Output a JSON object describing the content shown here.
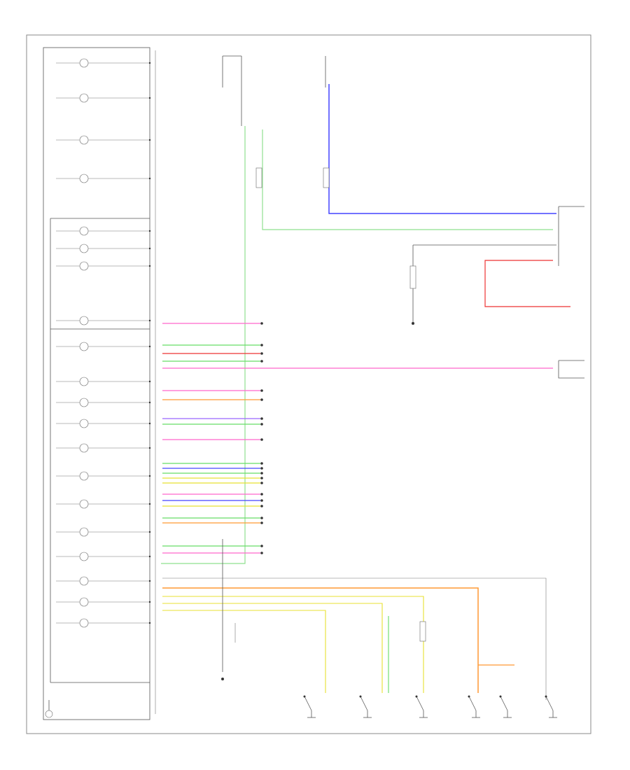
{
  "diagram": {
    "title": "",
    "footer_label": "",
    "colors": {
      "frame": "#888888",
      "green": "#8fe08f",
      "blue": "#4444ff",
      "red": "#ee3333",
      "pink": "#ff66cc",
      "orange": "#ff9933",
      "yellow": "#e8e030",
      "lightgreen": "#66dd66",
      "violet": "#9966ff",
      "gray": "#666666"
    },
    "cluster_items": [
      {
        "name": "cluster-speedometer"
      },
      {
        "name": "cluster-tachometer"
      },
      {
        "name": "cluster-fuel-gauge"
      },
      {
        "name": "cluster-temperature-gauge"
      },
      {
        "name": "cluster-indicator-1"
      },
      {
        "name": "cluster-indicator-2"
      },
      {
        "name": "cluster-indicator-3"
      },
      {
        "name": "cluster-high-beam"
      },
      {
        "name": "cluster-low-fuel"
      },
      {
        "name": "cluster-left-turn"
      },
      {
        "name": "cluster-right-turn"
      },
      {
        "name": "cluster-warning-1"
      },
      {
        "name": "cluster-warning-2"
      },
      {
        "name": "cluster-warning-3"
      },
      {
        "name": "cluster-warning-4"
      },
      {
        "name": "cluster-left-front-door"
      },
      {
        "name": "cluster-right-front-door"
      },
      {
        "name": "cluster-left-rear-door"
      },
      {
        "name": "cluster-right-rear-door"
      },
      {
        "name": "cluster-illumination"
      }
    ],
    "wire_rows": [
      {
        "name": "wire-row-1",
        "color": "pink"
      },
      {
        "name": "wire-row-2",
        "color": "lightgreen"
      },
      {
        "name": "wire-row-3",
        "color": "red"
      },
      {
        "name": "wire-row-4",
        "color": "lightgreen"
      },
      {
        "name": "wire-row-5",
        "color": "pink"
      },
      {
        "name": "wire-row-6",
        "color": "orange"
      },
      {
        "name": "wire-row-7",
        "color": "violet"
      },
      {
        "name": "wire-row-8",
        "color": "lightgreen"
      },
      {
        "name": "wire-row-9",
        "color": "pink"
      },
      {
        "name": "wire-row-10",
        "color": "lightgreen"
      },
      {
        "name": "wire-row-11",
        "color": "blue"
      },
      {
        "name": "wire-row-12",
        "color": "lightgreen"
      },
      {
        "name": "wire-row-13",
        "color": "yellow"
      },
      {
        "name": "wire-row-14",
        "color": "yellow"
      },
      {
        "name": "wire-row-15",
        "color": "pink"
      },
      {
        "name": "wire-row-16",
        "color": "blue"
      },
      {
        "name": "wire-row-17",
        "color": "yellow"
      },
      {
        "name": "wire-row-18",
        "color": "lightgreen"
      },
      {
        "name": "wire-row-19",
        "color": "orange"
      },
      {
        "name": "wire-row-20",
        "color": "lightgreen"
      },
      {
        "name": "wire-row-21",
        "color": "pink"
      }
    ],
    "door_switches": [
      {
        "name": "door-switch-1"
      },
      {
        "name": "door-switch-2"
      },
      {
        "name": "door-switch-3"
      },
      {
        "name": "door-switch-4"
      },
      {
        "name": "door-switch-5"
      },
      {
        "name": "door-switch-6"
      }
    ]
  }
}
